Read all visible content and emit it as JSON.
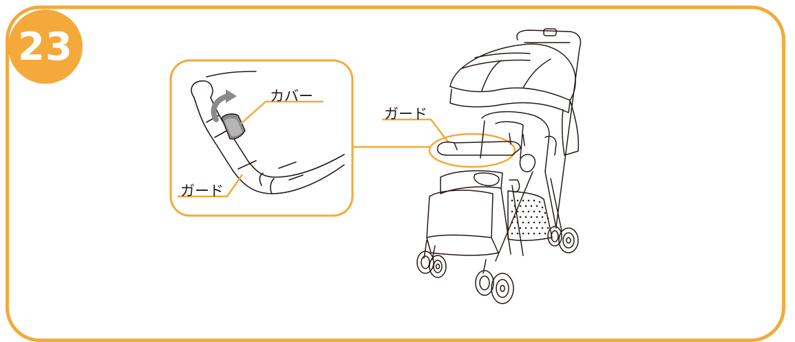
{
  "step": {
    "number": "23"
  },
  "callouts": {
    "cover": "カバー",
    "guard_detail": "ガード",
    "guard_main": "ガード"
  },
  "colors": {
    "accent": "#F4A93A",
    "line": "#231815",
    "cover_fill": "#8a8a8a"
  },
  "icons": {
    "arrow": "curved-arrow-icon"
  }
}
